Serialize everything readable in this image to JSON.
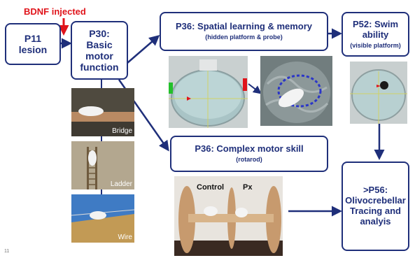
{
  "annotation": {
    "bdnf": "BDNF injected"
  },
  "boxes": {
    "p11": {
      "line1": "P11",
      "line2": "lesion"
    },
    "p30": {
      "line1": "P30:",
      "line2": "Basic",
      "line3": "motor",
      "line4": "function"
    },
    "p36_spatial": {
      "title": "P36: Spatial learning & memory",
      "subtitle": "(hidden platform & probe)"
    },
    "p52": {
      "title1": "P52: Swim",
      "title2": "ability",
      "subtitle": "(visible platform)"
    },
    "p36_complex": {
      "title": "P36: Complex motor skill",
      "subtitle": "(rotarod)"
    },
    "p56": {
      "line1": ">P56:",
      "line2": "Olivocrebellar",
      "line3": "Tracing and",
      "line4": "analyis"
    }
  },
  "photos": {
    "bridge": "Bridge",
    "ladder": "Ladder",
    "wire": "Wire",
    "rotarod_control": "Control",
    "rotarod_px": "Px"
  },
  "slide_number": "11",
  "colors": {
    "box_border": "#1f2f7a",
    "text": "#1f2f7a",
    "annotation": "#e0141b",
    "arrow": "#1f2f7a"
  }
}
